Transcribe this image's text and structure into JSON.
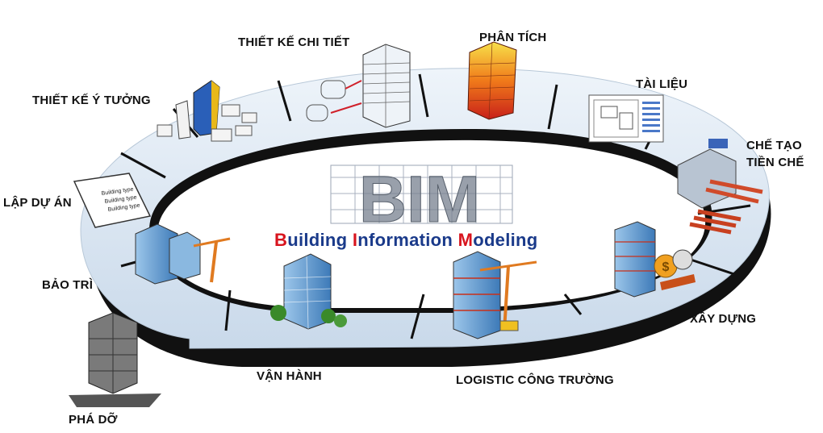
{
  "diagram": {
    "logo_letters": "BIM",
    "title_parts": [
      {
        "initial": "B",
        "rest": "uilding"
      },
      {
        "initial": "I",
        "rest": "nformation"
      },
      {
        "initial": "M",
        "rest": "odeling"
      }
    ],
    "stages": [
      {
        "id": "thiet-ke-chi-tiet",
        "label": "THIẾT KẾ CHI TIẾT"
      },
      {
        "id": "phan-tich",
        "label": "PHÂN TÍCH"
      },
      {
        "id": "tai-lieu",
        "label": "TÀI LIỆU"
      },
      {
        "id": "che-tao-tien-che",
        "label": "CHẾ TẠO\nTIỀN CHẾ"
      },
      {
        "id": "xay-dung",
        "label": "XÂY DỰNG"
      },
      {
        "id": "logistic-cong-truong",
        "label": "LOGISTIC CÔNG TRƯỜNG"
      },
      {
        "id": "van-hanh",
        "label": "VẬN HÀNH"
      },
      {
        "id": "pha-do",
        "label": "PHÁ DỠ"
      },
      {
        "id": "bao-tri",
        "label": "BẢO TRÌ"
      },
      {
        "id": "lap-du-an",
        "label": "LẬP DỰ ÁN"
      },
      {
        "id": "thiet-ke-y-tuong",
        "label": "THIẾT KẾ Ý TƯỞNG"
      }
    ],
    "document_text": [
      "Building type",
      "Building type",
      "Building type"
    ],
    "colors": {
      "ring_top": "#dfe9f3",
      "ring_side": "#111111",
      "title_blue": "#1a3a8a",
      "title_red": "#d8141e",
      "building_blue": "#6fa8d8",
      "analysis_orange": "#f07a1a",
      "crane_orange": "#e07a20",
      "steel_red": "#d04a2a"
    }
  }
}
